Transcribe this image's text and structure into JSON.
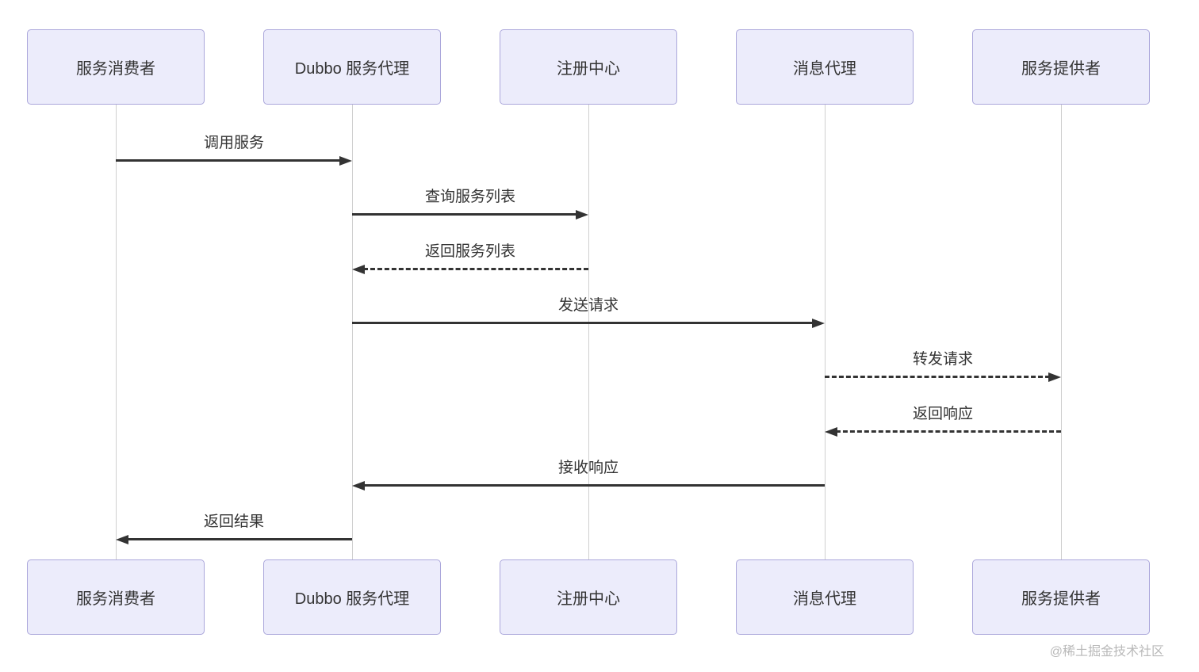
{
  "diagram": {
    "type": "sequence",
    "actors": [
      {
        "id": "service-consumer",
        "label": "服务消费者"
      },
      {
        "id": "dubbo-proxy",
        "label": "Dubbo 服务代理"
      },
      {
        "id": "registry-center",
        "label": "注册中心"
      },
      {
        "id": "message-broker",
        "label": "消息代理"
      },
      {
        "id": "service-provider",
        "label": "服务提供者"
      }
    ],
    "messages": [
      {
        "from": 0,
        "to": 1,
        "label": "调用服务",
        "line": "solid"
      },
      {
        "from": 1,
        "to": 2,
        "label": "查询服务列表",
        "line": "solid"
      },
      {
        "from": 2,
        "to": 1,
        "label": "返回服务列表",
        "line": "dashed"
      },
      {
        "from": 1,
        "to": 3,
        "label": "发送请求",
        "line": "solid"
      },
      {
        "from": 3,
        "to": 4,
        "label": "转发请求",
        "line": "dashed"
      },
      {
        "from": 4,
        "to": 3,
        "label": "返回响应",
        "line": "dashed"
      },
      {
        "from": 3,
        "to": 1,
        "label": "接收响应",
        "line": "solid"
      },
      {
        "from": 1,
        "to": 0,
        "label": "返回结果",
        "line": "solid"
      }
    ]
  },
  "watermark": "@稀土掘金技术社区",
  "colors": {
    "actor_fill": "#ECECFB",
    "actor_border": "#ABA7DB",
    "lifeline": "#CFCFCF",
    "arrow": "#333333",
    "text": "#333333",
    "watermark": "#B9B9B9"
  }
}
